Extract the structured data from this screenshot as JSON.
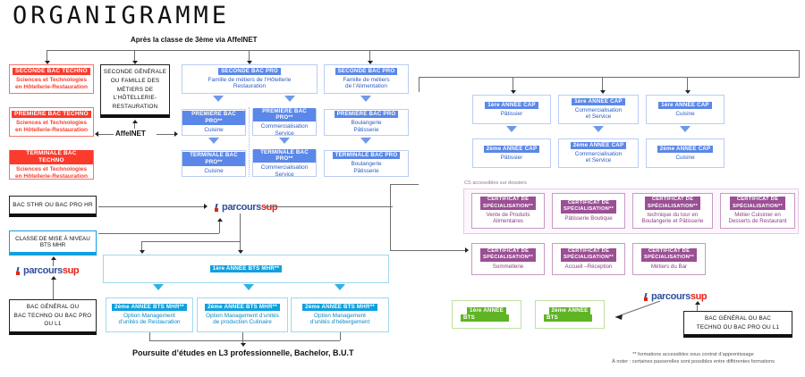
{
  "page": {
    "title": "ORGANIGRAMME",
    "top_header": "Après la classe de 3ème via AffelNET",
    "affelnet_label": "AffelNET",
    "cs_label": "CS accessibles sur dossiers",
    "footer_headline": "Poursuite d’études en L3 professionnelle, Bachelor, B.U.T",
    "footnote_line1": "** formations accessibles sous contrat d’apprentissage",
    "footnote_line2": "À noter : certaines passerelles sont possibles entre différentes formations",
    "parcoursup": {
      "part1": "parcours",
      "part2": "sup"
    }
  },
  "colors": {
    "red": "#fb3b2c",
    "blue": "#5b87e8",
    "cyan": "#11a0de",
    "purple": "#9b4f94",
    "green": "#5fb424",
    "black": "#111111"
  },
  "techno_track": [
    {
      "tag": "SECONDE BAC TECHNO",
      "sub": "Sciences et Technologies\nen Hôtellerie-Restauration"
    },
    {
      "tag": "PREMIÈRE BAC TECHNO",
      "sub": "Sciences et Technologies\nen Hôtellerie-Restauration"
    },
    {
      "tag": "TERMINALE BAC TECHNO",
      "sub": "Sciences et Technologies\nen Hôtellerie-Restauration"
    }
  ],
  "seconde_generale": {
    "line1": "SECONDE GÉNÉRALE",
    "line2": "OU FAMILLE DES",
    "line3": "MÉTIERS DE",
    "line4": "L’HÔTELLERIE-",
    "line5": "RESTAURATION"
  },
  "bacpro_heads": [
    {
      "tag": "SECONDE BAC PRO",
      "sub": "Famille de métiers de l’Hôtellerie\nRestauration"
    },
    {
      "tag": "SECONDE BAC PRO",
      "sub": "Famille de métiers\nde l’Alimentation"
    }
  ],
  "bacpro_premiere": [
    {
      "tag": "PREMIÈRE BAC PRO**",
      "sub": "Cuisine"
    },
    {
      "tag": "PREMIÈRE BAC PRO**",
      "sub": "Commercialisation\nService"
    },
    {
      "tag": "PREMIÈRE BAC PRO",
      "sub": "Boulangerie\nPâtisserie"
    }
  ],
  "bacpro_terminale": [
    {
      "tag": "TERMINALE BAC PRO**",
      "sub": "Cuisine"
    },
    {
      "tag": "TERMINALE BAC PRO**",
      "sub": "Commercialisation\nService"
    },
    {
      "tag": "TERMINALE BAC PRO",
      "sub": "Boulangerie\nPâtisserie"
    }
  ],
  "cap_annee1": [
    {
      "tag": "1ère ANNÉE CAP",
      "sub": "Pâtissier"
    },
    {
      "tag": "1ère ANNÉE CAP",
      "sub": "Commercialisation\net Service"
    },
    {
      "tag": "1ère ANNÉE CAP",
      "sub": "Cuisine"
    }
  ],
  "cap_annee2": [
    {
      "tag": "2ème ANNÉE CAP",
      "sub": "Pâtissier"
    },
    {
      "tag": "2ème ANNÉE CAP",
      "sub": "Commercialisation\net Service"
    },
    {
      "tag": "2ème ANNÉE CAP",
      "sub": "Cuisine"
    }
  ],
  "cs_row1": [
    {
      "tag": "CERTIFICAT DE\nSPÉCIALISATION**",
      "sub": "Vente de Produits\nAlimentaires"
    },
    {
      "tag": "CERTIFICAT DE\nSPÉCIALISATION**",
      "sub": "Pâtisserie Boutique"
    },
    {
      "tag": "CERTIFICAT DE\nSPÉCIALISATION**",
      "sub": "technique du tour en\nBoulangerie et Pâtisserie"
    },
    {
      "tag": "CERTIFICAT DE\nSPÉCIALISATION**",
      "sub": "Métier Cuisinier en\nDesserts de Restaurant"
    }
  ],
  "cs_row2": [
    {
      "tag": "CERTIFICAT DE\nSPÉCIALISATION**",
      "sub": "Sommellerie"
    },
    {
      "tag": "CERTIFICAT DE\nSPÉCIALISATION**",
      "sub": "Accueil –Réception"
    },
    {
      "tag": "CERTIFICAT DE\nSPÉCIALISATION**",
      "sub": "Métiers du Bar"
    }
  ],
  "bac_sthr_box": "BAC STHR OU BAC PRO HR",
  "mise_a_niveau": {
    "line1": "CLASSE DE MISE À NIVEAU",
    "line2": "BTS MHR"
  },
  "bac_general_left": {
    "line1": "BAC GÉNÉRAL OU",
    "line2": "BAC TECHNO OU BAC PRO",
    "line3": "OU L1"
  },
  "bac_general_right": {
    "line1": "BAC GÉNÉRAL OU BAC",
    "line2": "TECHNO OU BAC PRO OU L1"
  },
  "bts_mhr_year1": {
    "tag": "1ère  ANNÉE BTS MHR**"
  },
  "bts_mhr_year2": [
    {
      "tag": "2ème  ANNÉE BTS MHR**",
      "sub": "Option Management\nd’unités de Restauration"
    },
    {
      "tag": "2ème  ANNÉE BTS MHR**",
      "sub": "Option Management d’unités\nde production Culinaire"
    },
    {
      "tag": "2ème  ANNÉE BTS MHR**",
      "sub": "Option Management\nd’unités d’hébergement"
    }
  ],
  "bts_green": [
    {
      "tag1": "1ère ANNÉE",
      "tag2": "BTS"
    },
    {
      "tag1": "2ème ANNÉE",
      "tag2": "BTS"
    }
  ]
}
